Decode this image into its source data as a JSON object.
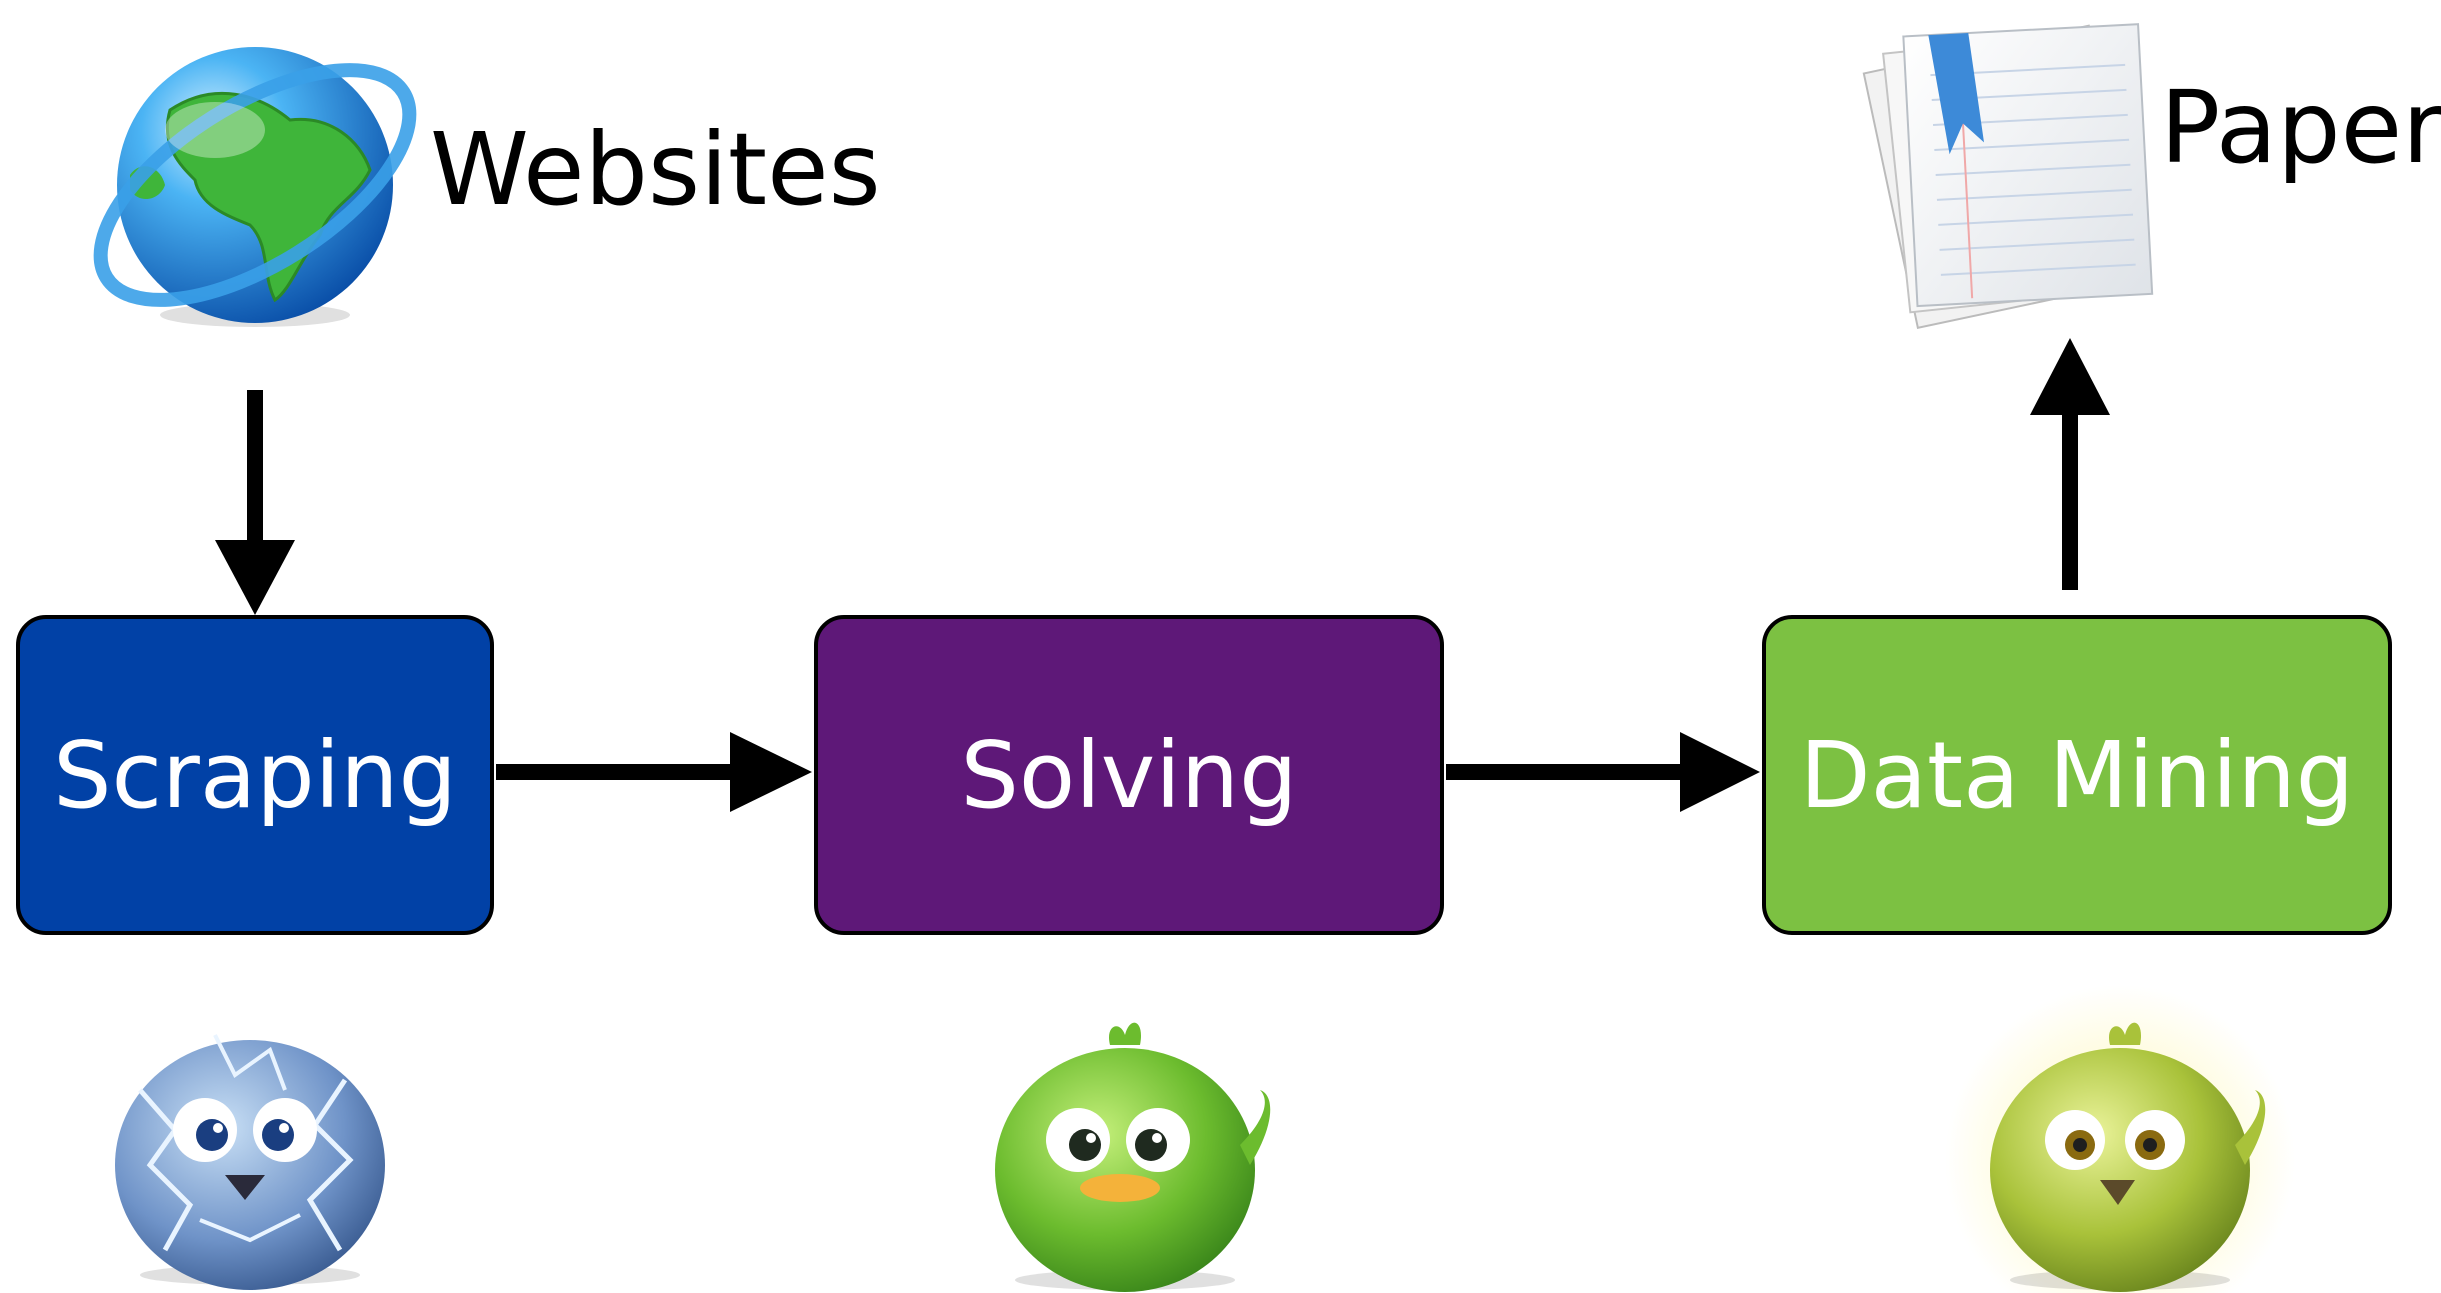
{
  "labels": {
    "websites": "Websites",
    "paper": "Paper"
  },
  "nodes": [
    {
      "label": "Scraping",
      "color": "#0141a6"
    },
    {
      "label": "Solving",
      "color": "#5e1878"
    },
    {
      "label": "Data Mining",
      "color": "#7cc142"
    }
  ],
  "icons": {
    "source": "globe-icon",
    "output": "paper-document-icon",
    "scraping_mascot": "electric-blue-bird-icon",
    "solving_mascot": "green-bird-icon",
    "mining_mascot": "glowing-yellow-green-bird-icon"
  }
}
